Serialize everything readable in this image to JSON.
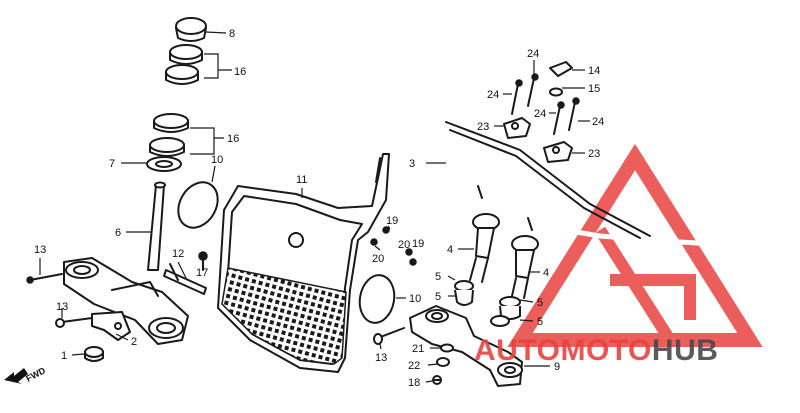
{
  "callouts": {
    "c1": "1",
    "c2": "2",
    "c3": "3",
    "c4a": "4",
    "c4b": "4",
    "c5a": "5",
    "c5b": "5",
    "c5c": "5",
    "c5d": "5",
    "c6": "6",
    "c7": "7",
    "c8": "8",
    "c9": "9",
    "c10a": "10",
    "c10b": "10",
    "c11": "11",
    "c12": "12",
    "c13a": "13",
    "c13b": "13",
    "c13c": "13",
    "c14": "14",
    "c15": "15",
    "c16a": "16",
    "c16b": "16",
    "c17": "17",
    "c18": "18",
    "c19a": "19",
    "c19b": "19",
    "c20a": "20",
    "c20b": "20",
    "c21": "21",
    "c22": "22",
    "c23a": "23",
    "c23b": "23",
    "c24a": "24",
    "c24b": "24",
    "c24c": "24",
    "c24d": "24"
  },
  "fwd_label": "FWD",
  "watermark": {
    "brand_part1": "AUTO",
    "brand_part2": "MOTO",
    "brand_part3": "HUB",
    "color_primary": "#e8433f",
    "color_secondary": "#4a4a4a"
  }
}
